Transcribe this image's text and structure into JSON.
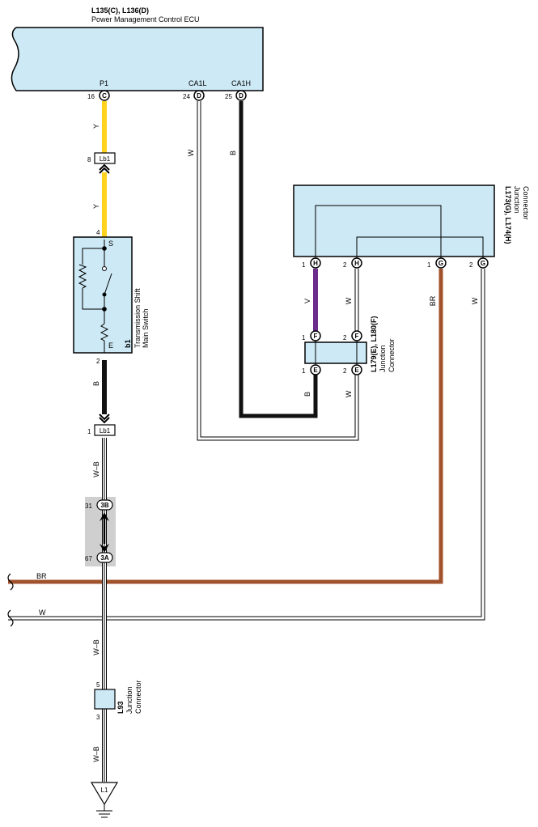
{
  "colors": {
    "box_fill": "#cce9f5",
    "yellow": "#ffd21e",
    "brown": "#a0522d",
    "purple": "#6c2d8c",
    "black": "#111111",
    "white_wire": "#ffffff",
    "wb_wire": "#ffffff",
    "shaded": "#cfcfcf"
  },
  "ecu": {
    "title": "L135(C), L136(D)",
    "subtitle": "Power Management Control ECU",
    "terminals": [
      {
        "name": "P1",
        "pin": "16",
        "letter": "C"
      },
      {
        "name": "CA1L",
        "pin": "24",
        "letter": "D"
      },
      {
        "name": "CA1H",
        "pin": "25",
        "letter": "D"
      }
    ]
  },
  "lb1_top": {
    "pin": "8",
    "label": "Lb1"
  },
  "lb1_bottom": {
    "pin": "1",
    "label": "Lb1"
  },
  "switch": {
    "id": "b1",
    "name_line1": "Transmission Shift",
    "name_line2": "Main Switch",
    "top_pin": "4",
    "top_terminal": "S",
    "bottom_pin": "2",
    "bottom_terminal": "E"
  },
  "junction_ght": {
    "title": "L173(G), L174(H)",
    "line2": "Junction",
    "line3": "Connector",
    "pins": [
      {
        "pin": "1",
        "letter": "H"
      },
      {
        "pin": "2",
        "letter": "H"
      },
      {
        "pin": "1",
        "letter": "G"
      },
      {
        "pin": "2",
        "letter": "G"
      }
    ]
  },
  "junction_ef": {
    "title": "L179(E), L180(F)",
    "line2": "Junction",
    "line3": "Connector",
    "pins_top": [
      {
        "pin": "1",
        "letter": "F"
      },
      {
        "pin": "2",
        "letter": "F"
      }
    ],
    "pins_bottom": [
      {
        "pin": "1",
        "letter": "E"
      },
      {
        "pin": "2",
        "letter": "E"
      }
    ]
  },
  "inline_connector": {
    "top_pin": "31",
    "top_letter": "3B",
    "bottom_pin": "67",
    "bottom_letter": "3A"
  },
  "l93": {
    "id": "L93",
    "line2": "Junction",
    "line3": "Connector",
    "top_pin": "5",
    "bottom_pin": "3"
  },
  "ground": {
    "label": "L1"
  },
  "wire_labels": {
    "p1_upper": "Y",
    "p1_lower": "Y",
    "ca1l": "W",
    "ca1h": "B",
    "v": "V",
    "w_h2": "W",
    "br_g1": "BR",
    "w_g2": "W",
    "b_e1": "B",
    "w_e2": "W",
    "sw_ground": "B",
    "wb_1": "W–B",
    "wb_2": "W–B",
    "wb_3": "W–B",
    "br_off": "BR",
    "w_off": "W"
  }
}
